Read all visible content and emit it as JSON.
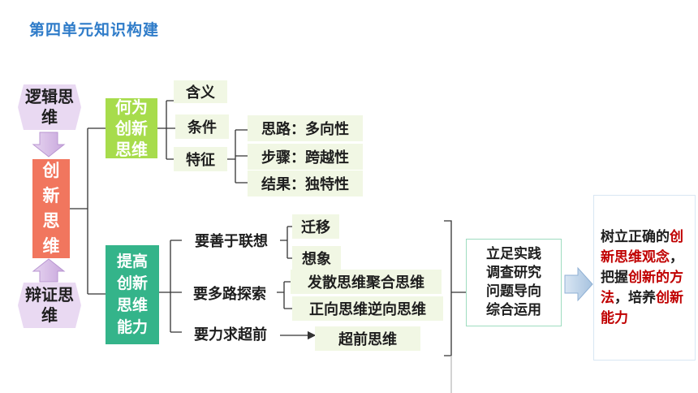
{
  "title": "第四单元知识构建",
  "left": {
    "logic": "逻辑思维",
    "innovation": "创新思维",
    "dialectic": "辩证思维"
  },
  "what": {
    "title": "何为创新思维",
    "items": [
      "含义",
      "条件",
      "特征"
    ],
    "features": [
      "思路：多向性",
      "步骤：跨越性",
      "结果：独特性"
    ]
  },
  "improve": {
    "title": "提高创新思维能力",
    "items": [
      "要善于联想",
      "要多路探索",
      "要力求超前"
    ],
    "assoc": [
      "迁移",
      "想象"
    ],
    "explore": [
      "发散思维聚合思维",
      "正向思维逆向思维"
    ],
    "ahead": "超前思维"
  },
  "practice": "立足实践调查研究问题导向综合运用",
  "conclusion": {
    "p1": "树立正确的",
    "h1": "创新思维观念",
    "p2": "，把握",
    "h2": "创新的方法",
    "p3": "，培养",
    "h3": "创新能力"
  },
  "colors": {
    "title": "#2f7cc9",
    "hexagon": "#e9d9f2",
    "innovation_box": "#f1765e",
    "what_box": "#a7dc4c",
    "improve_box": "#34b48a",
    "highlight": "#c00000"
  }
}
